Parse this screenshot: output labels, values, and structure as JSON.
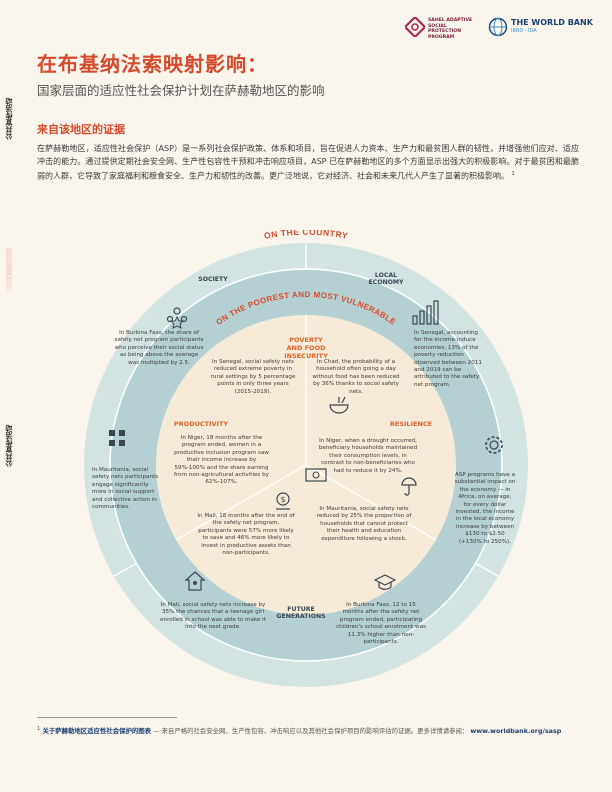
{
  "logos": {
    "sahel_lines": [
      "SAHEL ADAPTIVE",
      "SOCIAL PROTECTION",
      "PROGRAM"
    ],
    "worldbank": "THE WORLD BANK",
    "worldbank_sub": "IBRD · IDA"
  },
  "side_tabs": [
    "公共宣传活动",
    "公共宣传活动",
    "公共宣传活动"
  ],
  "title": "在布基纳法索映射影响：",
  "subtitle": "国家层面的适应性社会保护计划在萨赫勒地区的影响",
  "section_head": "来自该地区的证据",
  "intro": "在萨赫勒地区，适应性社会保护（ASP）是一系列社会保护政策、体系和项目，旨在促进人力资本、生产力和最贫困人群的韧性，并增强他们应对、适应冲击的能力。通过提供定期社会安全网、生产性包容性干预和冲击响应项目，ASP 已在萨赫勒地区的多个方面显示出强大的积极影响。对于最贫困和最脆弱的人群，它导致了家庭福利和粮食安全、生产力和韧性的改善。更广泛地说，它对经济、社会和未来几代人产生了显著的积极影响。",
  "intro_ref": "1",
  "diagram": {
    "outer_arc": "ON THE COUNTRY",
    "inner_arc": "ON THE POOREST AND MOST VULNERABLE",
    "outer_labels": {
      "society": "SOCIETY",
      "economy_1": "LOCAL",
      "economy_2": "ECONOMY",
      "gen_1": "FUTURE",
      "gen_2": "GENERATIONS"
    },
    "inner_labels": {
      "poverty_1": "POVERTY",
      "poverty_2": "AND FOOD INSECURITY",
      "productivity": "PRODUCTIVITY",
      "resilience": "RESILIENCE"
    },
    "texts": {
      "burkina": "In Burkina Faso, the share of safety net program participants who perceive their social status as being above the average was multiplied by 2.5.",
      "mauritania_society": "In Mauritania, social safety nets participants engage significantly more in social support and collective action in communities.",
      "senegal_economy": "In Senegal, accounting for the income-induce economies, 13% of the poverty reduction observed between 2011 and 2019 can be attributed to the safety net program.",
      "asp_economy": "ASP programs have a substantial impact on the economy — in Africa, on average, for every dollar invested, the income in the local economy increase by between $130 to $2.50 (+130% to 250%).",
      "senegal_pov": "In Senegal, social safety nets reduced extreme poverty in rural settings by 5 percentage points in only three years (2015-2019).",
      "chad": "In Chad, the probability of a household often going a day without food has been reduced by 36% thanks to social safety nets.",
      "niger_prod": "In Niger, 18 months after the program ended, women in a productive inclusion program saw their income increase by 59%-100% and the share earning from non-agricultural activities by 62%-107%.",
      "mali_prod": "In Mali, 18 months after the end of the safety net program, participants were 57% more likely to save and 46% more likely to invest in productive assets than non-participants.",
      "niger_res": "In Niger, when a drought occurred, beneficiary households maintained their consumption levels, in contrast to non-beneficiaries who had to reduce it by 24%.",
      "mauritania_res": "In Mauritania, social safety nets reduced by 25% the proportion of households that cannot protect their health and education expenditure following a shock.",
      "mali_gen": "In Mali, social safety nets increase by 35% the chances that a teenage girl enrolled in school was able to make it into the next grade.",
      "burkina_gen": "In Burkina Faso, 12 to 15 months after the safety net program ended, participating children's school enrolment was 11.3% higher than non-participants."
    }
  },
  "footnote": {
    "ref": "1",
    "lead": "关于萨赫勒地区适应性社会保护的图表",
    "body": " — 来自严格的社会安全网、生产性包容、冲击响应以及其他社会保护项目的影响评估的证据。更多详情请参阅：",
    "link": "www.worldbank.org/sasp"
  },
  "colors": {
    "outer_ring": "#d3e3e2",
    "middle_ring": "#8fb8be",
    "inner_disk": "#f6ead8",
    "accent": "#d64a2c",
    "orange": "#e0652a"
  }
}
